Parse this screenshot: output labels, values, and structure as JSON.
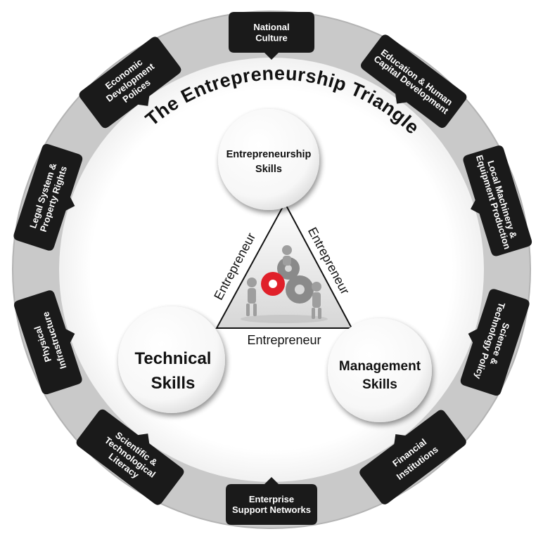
{
  "diagram": {
    "title": "The Entrepreneurship Triangle",
    "circles": [
      {
        "id": "entrepreneurship",
        "lines": [
          "Entrepreneurship",
          "Skills"
        ]
      },
      {
        "id": "technical",
        "lines": [
          "Technical",
          "Skills"
        ]
      },
      {
        "id": "management",
        "lines": [
          "Management",
          "Skills"
        ]
      }
    ],
    "triangle_edges": {
      "left": "Entrepreneur",
      "right": "Entrepreneur",
      "bottom": "Entrepreneur"
    },
    "center_image_icon": "gears-teamwork-icon",
    "factors": [
      {
        "id": "national-culture",
        "lines": [
          "National",
          "Culture"
        ]
      },
      {
        "id": "education-human-capital",
        "lines": [
          "Education & Human",
          "Capital Development"
        ]
      },
      {
        "id": "local-machinery",
        "lines": [
          "Local Machinery &",
          "Equipment Production"
        ]
      },
      {
        "id": "science-technology-policy",
        "lines": [
          "Science &",
          "Technology Policy"
        ]
      },
      {
        "id": "financial-institutions",
        "lines": [
          "Financial",
          "Institutions"
        ]
      },
      {
        "id": "enterprise-support-networks",
        "lines": [
          "Enterprise",
          "Support Networks"
        ]
      },
      {
        "id": "scientific-literacy",
        "lines": [
          "Scientific &",
          "Technological",
          "Literacy"
        ]
      },
      {
        "id": "physical-infrastructure",
        "lines": [
          "Physical",
          "Infrastructure"
        ]
      },
      {
        "id": "legal-system",
        "lines": [
          "Legal System &",
          "Property Rights"
        ]
      },
      {
        "id": "economic-development",
        "lines": [
          "Economic",
          "Development",
          "Polices"
        ]
      }
    ],
    "colors": {
      "ring": "#c9c9c9",
      "tab": "#1a1a1a",
      "circle_fill": "#ffffff",
      "text_dark": "#111111",
      "gear_accent": "#e0202a"
    }
  }
}
